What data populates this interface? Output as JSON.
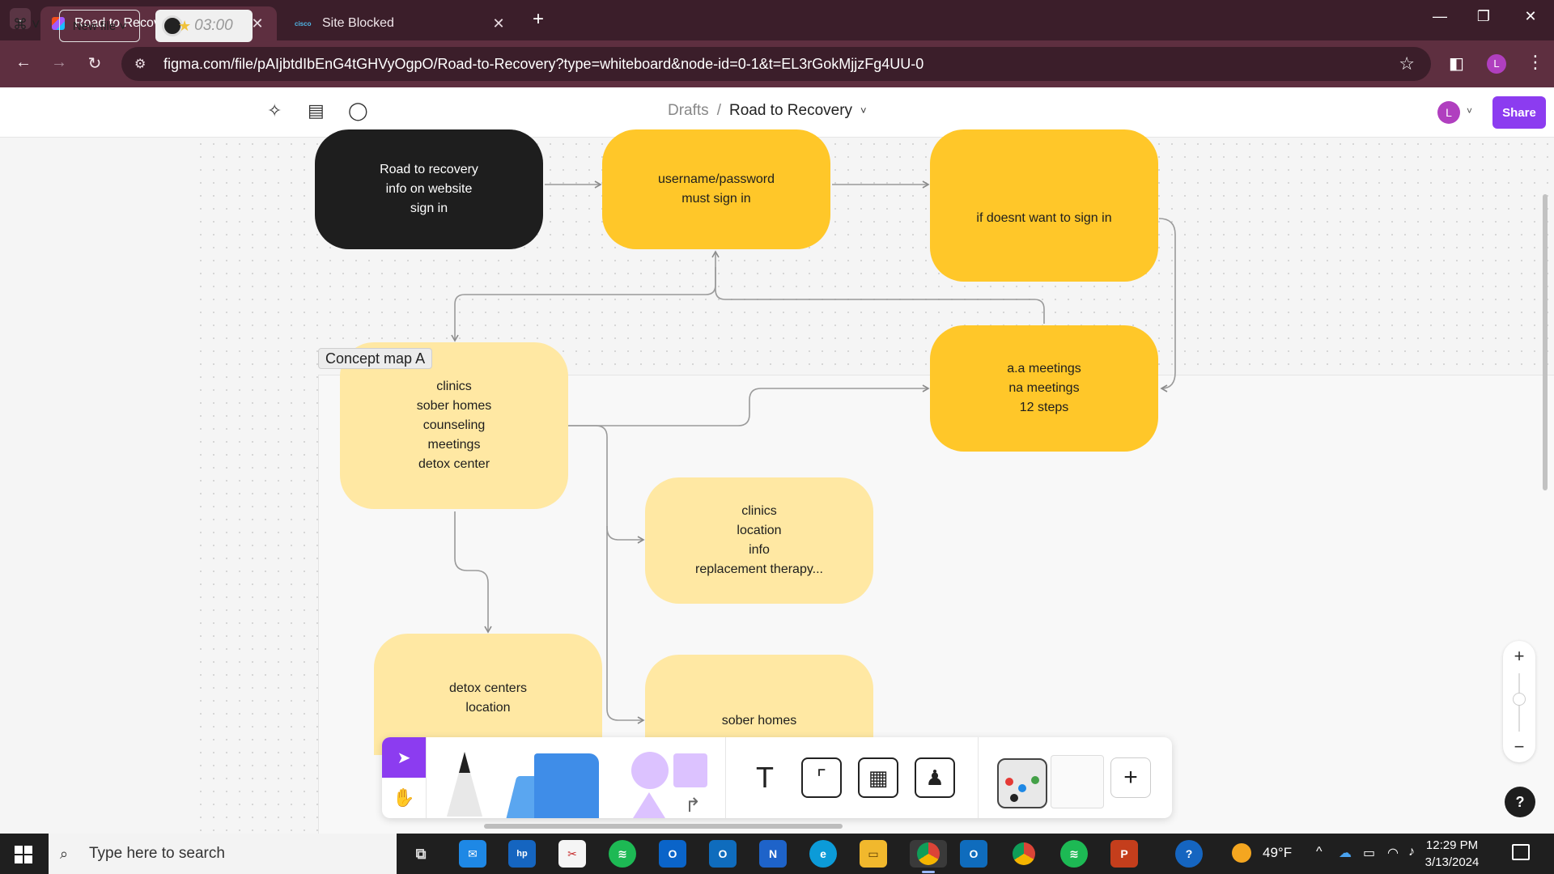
{
  "browser": {
    "tabs": [
      {
        "label": "Road to Recovery – FigJam",
        "active": true
      },
      {
        "label": "Site Blocked",
        "active": false,
        "favicon_text": "cisco"
      }
    ],
    "url": "figma.com/file/pAIjbtdIbEnG4tGHVyOgpO/Road-to-Recovery?type=whiteboard&node-id=0-1&t=EL3rGokMjjzFg4UU-0",
    "profile_initial": "L"
  },
  "figma": {
    "new_file_label": "New file",
    "timer": "03:00",
    "breadcrumb_parent": "Drafts",
    "breadcrumb_separator": "/",
    "file_name": "Road to Recovery",
    "avatar_initial": "L",
    "share_label": "Share"
  },
  "board": {
    "section_label": "Concept map A",
    "nodes": {
      "start": "Road to recovery\ninfo on website\nsign in",
      "login": "username/password\nmust sign in",
      "no_signin": "if doesnt want to sign in",
      "meetings": "a.a meetings\nna meetings\n12 steps",
      "resources": "clinics\nsober homes\ncounseling\nmeetings\ndetox center",
      "clinics": "clinics\nlocation\ninfo\nreplacement therapy...",
      "detox": "detox centers\nlocation",
      "sober": "sober homes"
    }
  },
  "zoom": {
    "plus": "+",
    "minus": "−"
  },
  "help_label": "?",
  "taskbar": {
    "search_placeholder": "Type here to search",
    "weather": "49°F",
    "time": "12:29 PM",
    "date": "3/13/2024"
  },
  "colors": {
    "node_dark": "#1e1e1e",
    "node_gold": "#ffc729",
    "node_light": "#ffe8a3",
    "accent": "#8c3cf0"
  }
}
